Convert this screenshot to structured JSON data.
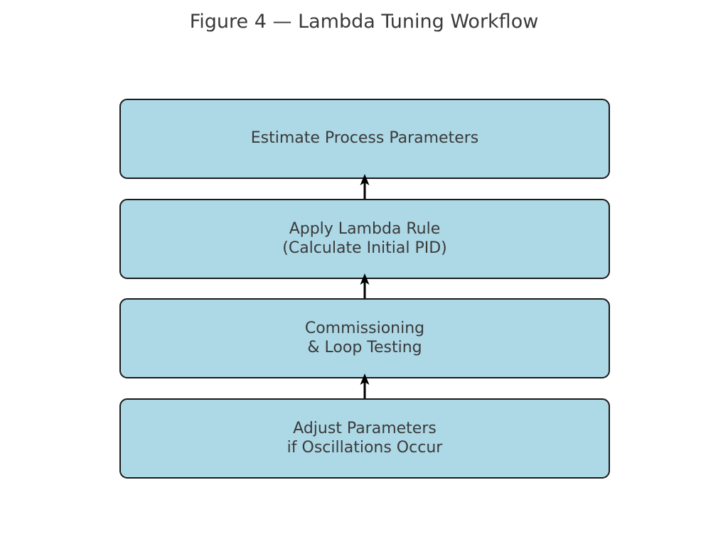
{
  "figure": {
    "title": "Figure 4 — Lambda Tuning Workflow"
  },
  "diagram": {
    "boxes": [
      {
        "id": "estimate-process-parameters",
        "lines": [
          "Estimate Process Parameters"
        ]
      },
      {
        "id": "apply-lambda-rule",
        "lines": [
          "Apply Lambda Rule",
          "(Calculate Initial PID)"
        ]
      },
      {
        "id": "commissioning-loop-testing",
        "lines": [
          "Commissioning",
          "& Loop Testing"
        ]
      },
      {
        "id": "adjust-parameters",
        "lines": [
          "Adjust Parameters",
          "if Oscillations Occur"
        ]
      }
    ],
    "arrows": [
      {
        "from": "apply-lambda-rule",
        "to": "estimate-process-parameters",
        "direction": "up"
      },
      {
        "from": "commissioning-loop-testing",
        "to": "apply-lambda-rule",
        "direction": "up"
      },
      {
        "from": "adjust-parameters",
        "to": "commissioning-loop-testing",
        "direction": "up"
      }
    ],
    "colors": {
      "background": "#ffffff",
      "box_fill": "#ADD8E6",
      "box_border": "#1a1a1a",
      "text": "#3a3a3a",
      "arrow": "#000000"
    }
  }
}
